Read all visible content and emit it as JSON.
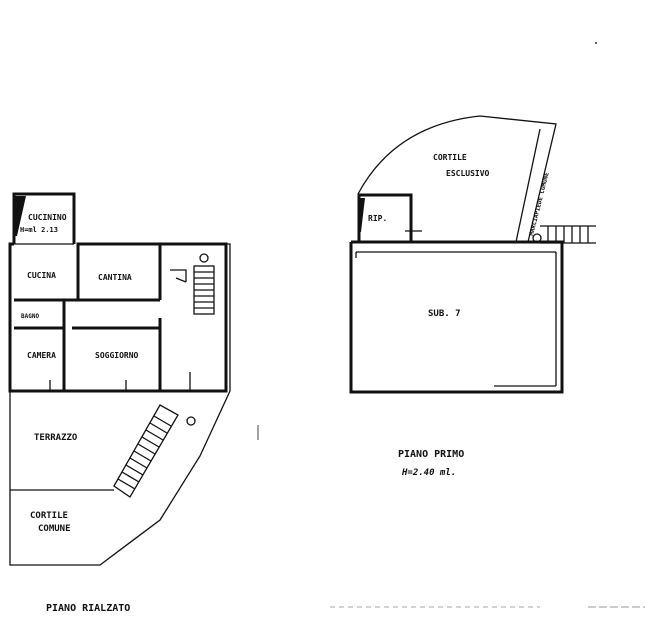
{
  "ground_floor": {
    "title": "PIANO  RIALZATO",
    "rooms": {
      "cucinino": "CUCININO",
      "cucinino_height": "H=ml 2.13",
      "cucina": "CUCINA",
      "cantina": "CANTINA",
      "bagno": "BAGNO",
      "camera": "CAMERA",
      "soggiorno": "SOGGIORNO",
      "terrazzo": "TERRAZZO",
      "cortile_comune_1": "CORTILE",
      "cortile_comune_2": "COMUNE"
    }
  },
  "first_floor": {
    "title": "PIANO  PRIMO",
    "height_note": "H=2.40 ml.",
    "rooms": {
      "cortile_esclusivo_1": "CORTILE",
      "cortile_esclusivo_2": "ESCLUSIVO",
      "marciapiede": "MARCIAPIEDE COMUNE",
      "rip": "RIP.",
      "sub": "SUB. 7"
    }
  }
}
